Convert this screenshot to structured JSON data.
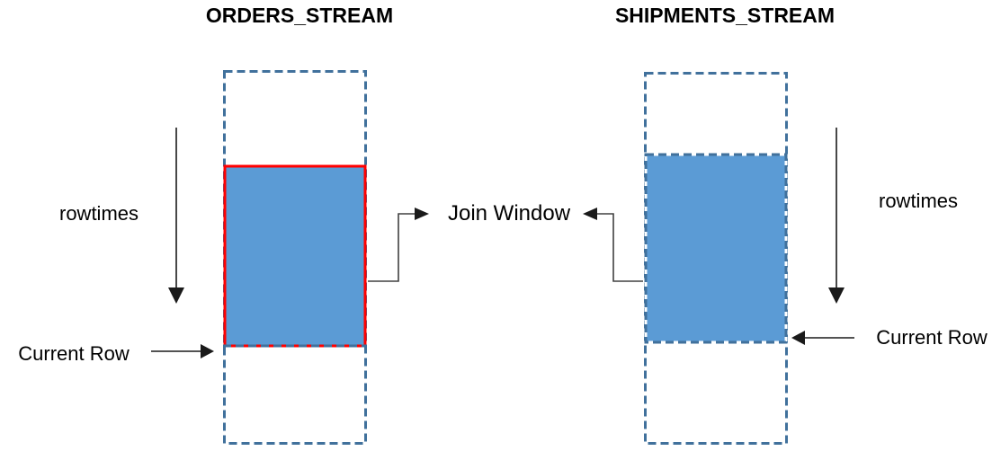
{
  "titles": {
    "orders": "ORDERS_STREAM",
    "shipments": "SHIPMENTS_STREAM"
  },
  "labels": {
    "rowtimes_left": "rowtimes",
    "rowtimes_right": "rowtimes",
    "current_row_left": "Current Row",
    "current_row_right": "Current Row",
    "join_window": "Join Window"
  },
  "icons": {
    "rowtimes_arrow_left": "down-arrow-icon",
    "rowtimes_arrow_right": "down-arrow-icon",
    "current_row_arrow_left": "right-arrow-icon",
    "current_row_arrow_right": "left-arrow-icon",
    "join_connector_left": "elbow-arrow-icon",
    "join_connector_right": "elbow-arrow-icon"
  },
  "colors": {
    "stream_border": "#41719c",
    "window_fill": "#5b9bd5",
    "highlight_red": "#ff0000",
    "connector": "#404040",
    "arrow_black": "#1a1a1a",
    "text": "#000000"
  }
}
